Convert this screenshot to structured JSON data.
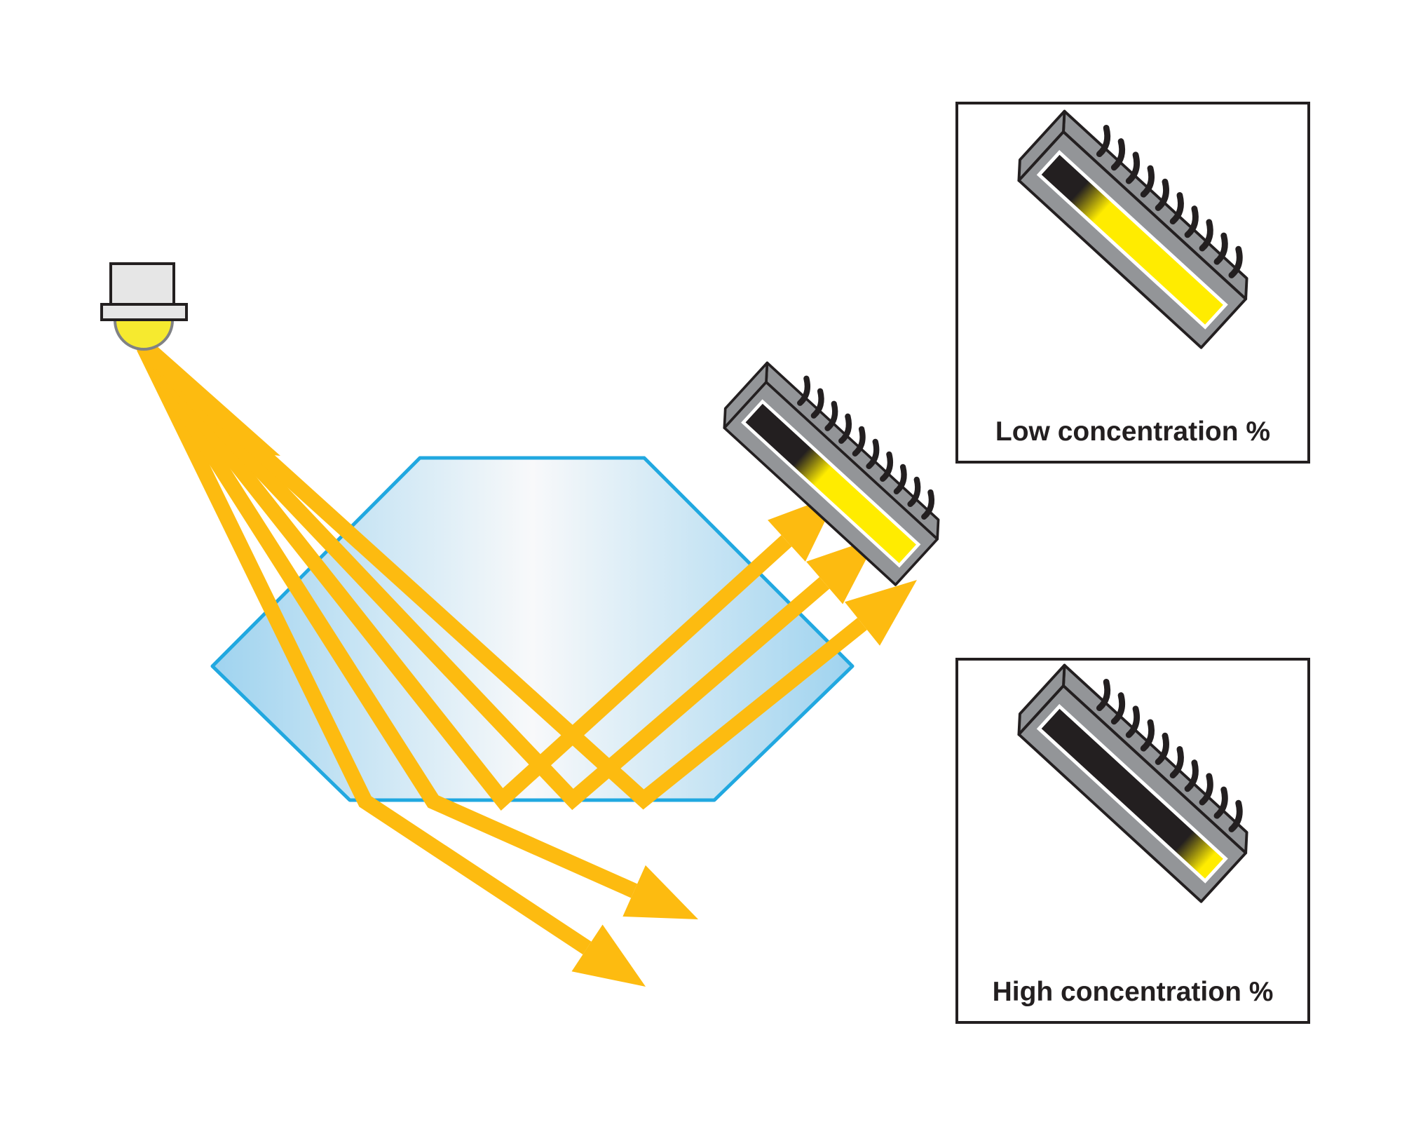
{
  "diagram": {
    "title": "Refractive index sensing: LED light beams through a prism onto a linear sensor array",
    "components": {
      "light_source": "LED",
      "prism": "hexagonal prism",
      "sensor": "linear image sensor"
    },
    "beam_count": 5,
    "reflected_to_sensor": 3,
    "transmitted_out": 2,
    "sensor_pin_count": 10,
    "main_sensor_illuminated_fraction": 0.62
  },
  "panels": [
    {
      "label": "Low concentration %",
      "illuminated_fraction": 0.75
    },
    {
      "label": "High concentration %",
      "illuminated_fraction": 0.12
    }
  ],
  "colors": {
    "beam": "#fdbb10",
    "led": "#f6ea2f",
    "prism_edge": "#21a8e0",
    "prism_fill_edge": "#9fd3ef",
    "prism_fill_center": "#f8f9fa",
    "sensor_body": "#939598",
    "sensor_dark": "#231f20",
    "sensor_light": "#ffec00",
    "outline": "#231f20"
  }
}
